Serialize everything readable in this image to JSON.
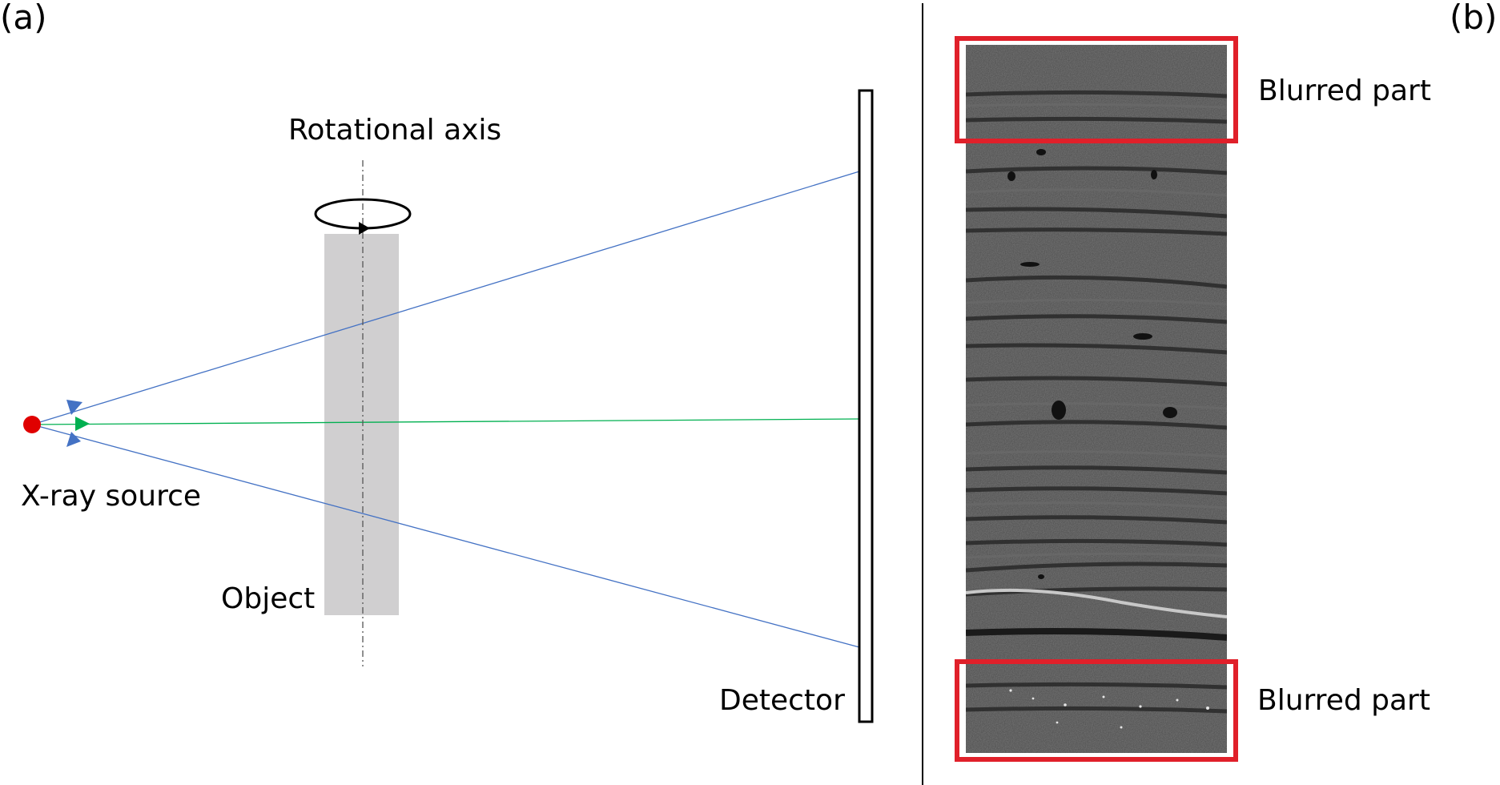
{
  "panel_a": {
    "label": "(a)",
    "rotational_axis_label": "Rotational axis",
    "source_label": "X-ray source",
    "object_label": "Object",
    "detector_label": "Detector"
  },
  "panel_b": {
    "label": "(b)",
    "blurred_top_label": "Blurred part",
    "blurred_bottom_label": "Blurred part"
  },
  "colors": {
    "ray_blue": "#4472c4",
    "ray_green": "#00b050",
    "source_red": "#e00000",
    "object_gray": "#d0cfd0",
    "highlight_red": "#e0202a",
    "sem_background": "#4a4a4a"
  }
}
